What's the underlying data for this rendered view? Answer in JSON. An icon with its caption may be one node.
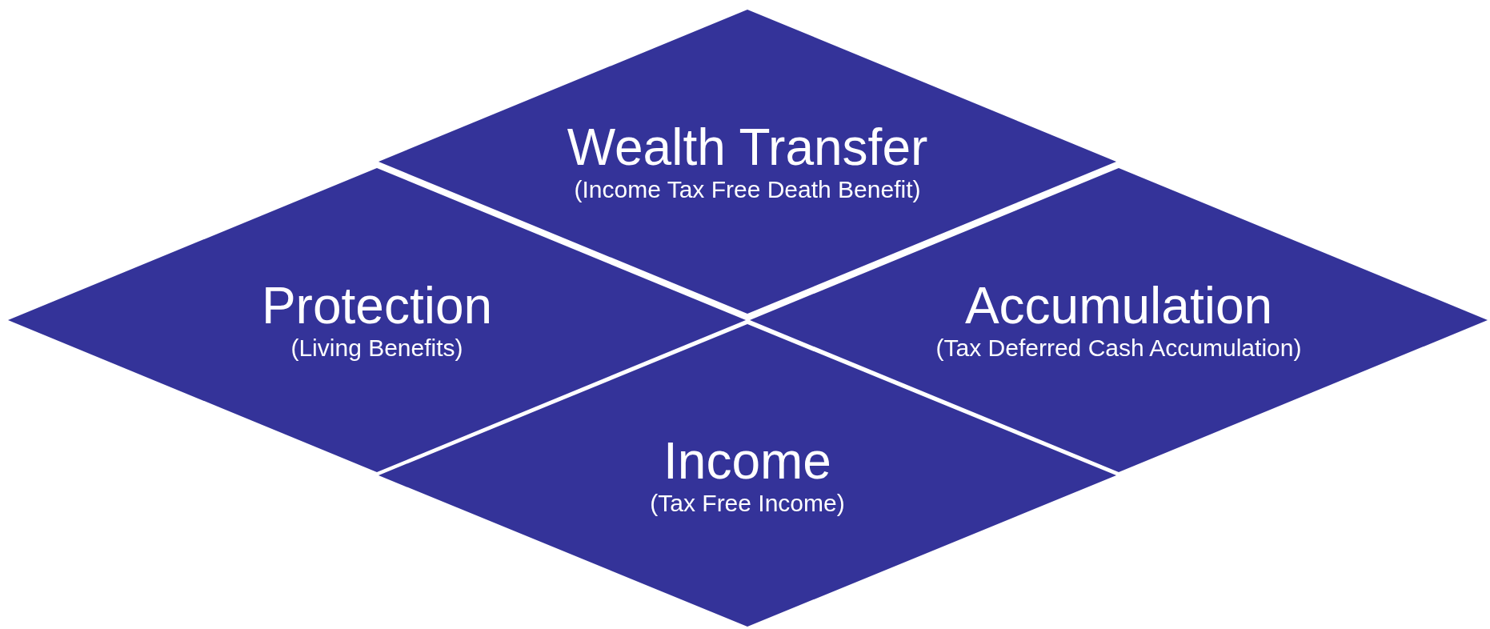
{
  "diagram": {
    "nodes": [
      {
        "text": [
          "Wealth Transfer",
          "(Income Tax Free Death Benefit)"
        ]
      },
      {
        "text": [
          "Protection",
          "(Living Benefits)"
        ]
      },
      {
        "text": [
          "Accumulation",
          "(Tax Deferred Cash Accumulation)"
        ]
      },
      {
        "text": [
          "Income",
          "(Tax Free Income)"
        ]
      }
    ]
  }
}
